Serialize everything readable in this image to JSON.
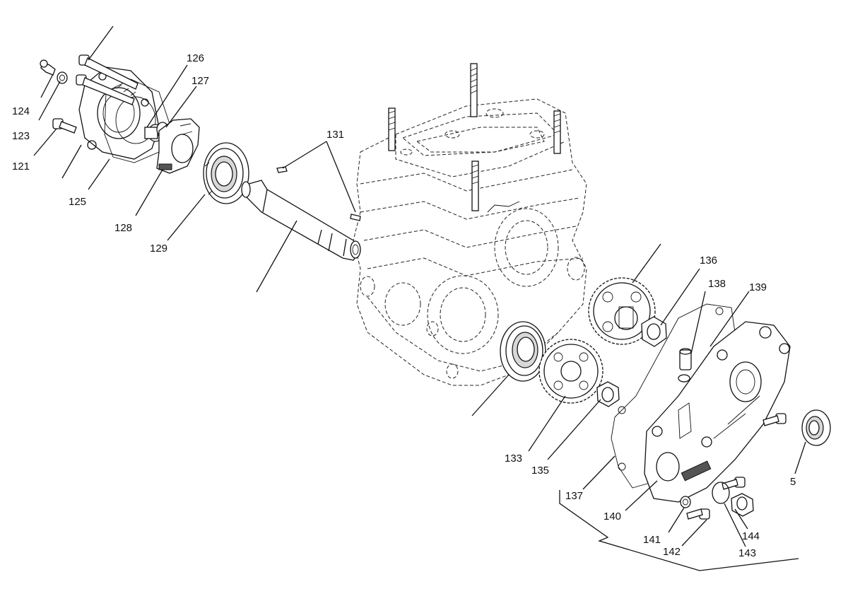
{
  "labels": [
    {
      "id": "124",
      "text": "124"
    },
    {
      "id": "123",
      "text": "123"
    },
    {
      "id": "121",
      "text": "121"
    },
    {
      "id": "125",
      "text": "125"
    },
    {
      "id": "126",
      "text": "126"
    },
    {
      "id": "127",
      "text": "127"
    },
    {
      "id": "128",
      "text": "128"
    },
    {
      "id": "129",
      "text": "129"
    },
    {
      "id": "131",
      "text": "131"
    },
    {
      "id": "133",
      "text": "133"
    },
    {
      "id": "135",
      "text": "135"
    },
    {
      "id": "136",
      "text": "136"
    },
    {
      "id": "137",
      "text": "137"
    },
    {
      "id": "138",
      "text": "138"
    },
    {
      "id": "139",
      "text": "139"
    },
    {
      "id": "140",
      "text": "140"
    },
    {
      "id": "141",
      "text": "141"
    },
    {
      "id": "142",
      "text": "142"
    },
    {
      "id": "143",
      "text": "143"
    },
    {
      "id": "144",
      "text": "144"
    },
    {
      "id": "5",
      "text": "5"
    }
  ]
}
